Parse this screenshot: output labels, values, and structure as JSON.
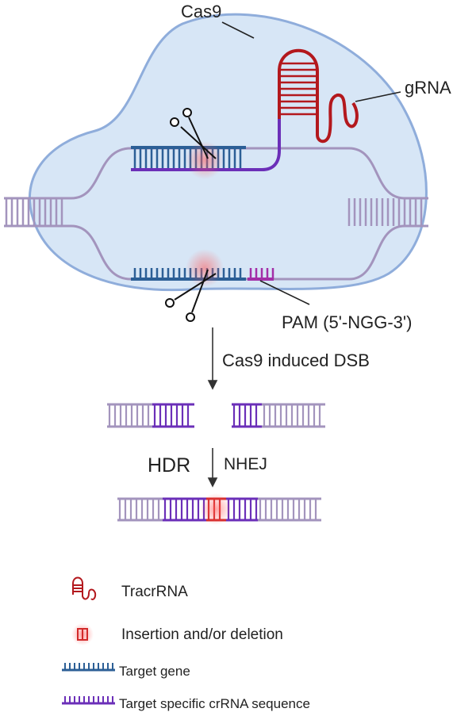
{
  "labels": {
    "cas9": "Cas9",
    "grna": "gRNA",
    "pam": "PAM (5'-NGG-3')",
    "step1": "Cas9 induced DSB",
    "hdr": "HDR",
    "nhej": "NHEJ"
  },
  "legend": [
    {
      "icon": "tracrrna-icon",
      "label": "TracrRNA"
    },
    {
      "icon": "indel-icon",
      "label": "Insertion and/or deletion"
    },
    {
      "icon": "target-gene-icon",
      "label": "Target gene"
    },
    {
      "icon": "crrna-icon",
      "label": "Target specific crRNA sequence"
    }
  ],
  "colors": {
    "cas9_fill": "#d7e6f6",
    "cas9_outline": "#8faddb",
    "dna_backbone": "#a394bd",
    "target_gene": "#2c5f96",
    "crrna": "#6b2fb8",
    "tracrrna": "#b3181d",
    "pam": "#a32fa8",
    "indel": "#d22a2a"
  }
}
